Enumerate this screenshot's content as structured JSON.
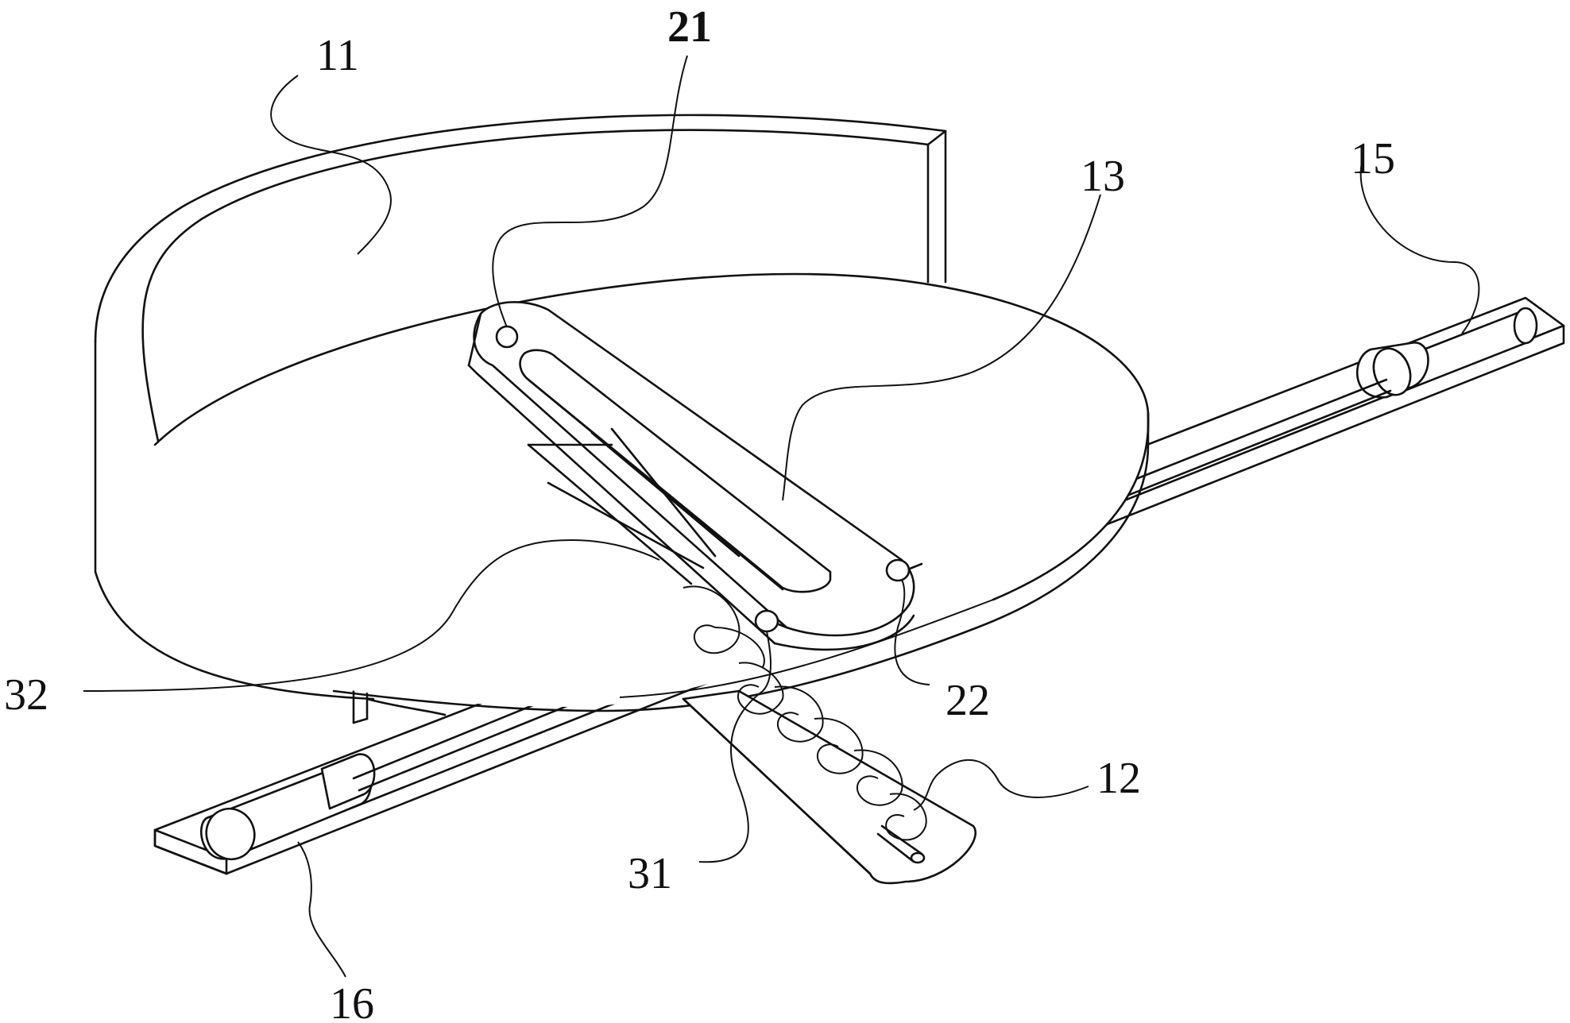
{
  "labels": {
    "l11": "11",
    "l21": "21",
    "l13": "13",
    "l15": "15",
    "l32": "32",
    "l22": "22",
    "l12": "12",
    "l31": "31",
    "l16": "16"
  }
}
